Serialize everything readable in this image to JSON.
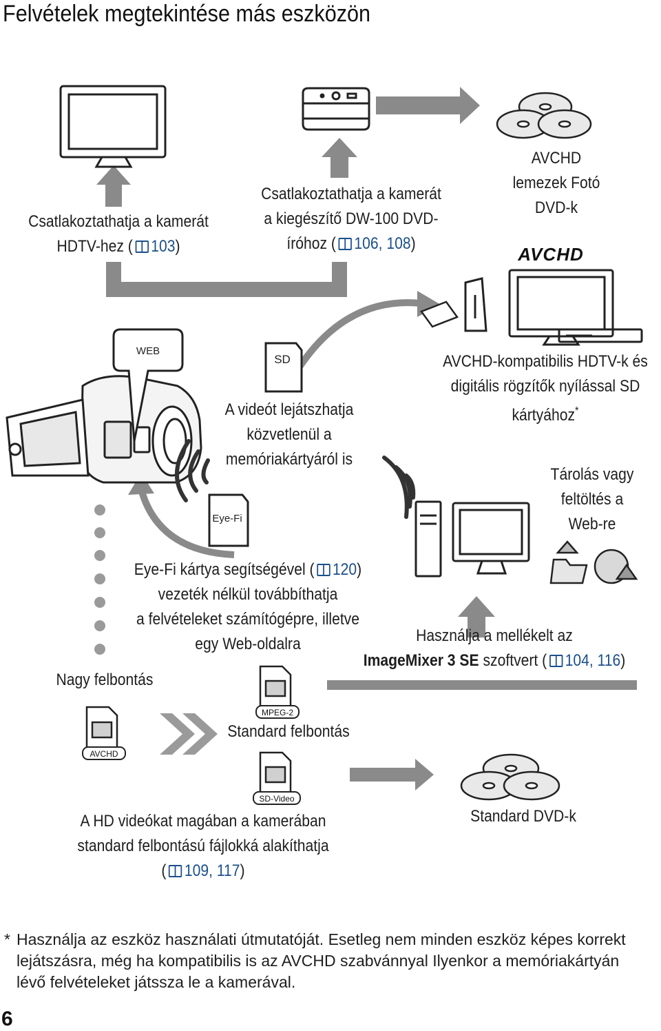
{
  "title": "Felvételek megtekintése más eszközön",
  "hdtv": {
    "line1": "Csatlakoztathatja a kamerát",
    "line2_pre": "HDTV-hez (",
    "ref": "103",
    "line2_post": ")"
  },
  "dvd_writer": {
    "line1": "Csatlakoztathatja a kamerát",
    "line2": "a kiegészítő DW-100 DVD-",
    "line3_pre": "íróhoz (",
    "ref": "106, 108",
    "line3_post": ")"
  },
  "avchd_discs": {
    "line1": "AVCHD",
    "line2": "lemezek Fotó",
    "line3": "DVD-k"
  },
  "avchd_logo": "AVCHD",
  "web_badge": "WEB",
  "sd_card_label": "SD",
  "memory_card": {
    "line1": "A videót lejátszhatja",
    "line2": "közvetlenül a",
    "line3": "memóriakártyáról is"
  },
  "avchd_tv": {
    "line1": "AVCHD-kompatibilis HDTV-k és",
    "line2": "digitális rögzítők nyílással SD",
    "line3": "kártyához",
    "asterisk": "*"
  },
  "web_upload": {
    "line1": "Tárolás vagy",
    "line2": "feltöltés a",
    "line3": "Web-re"
  },
  "eyefi_card_label": "Eye-Fi",
  "eyefi": {
    "line1_pre": "Eye-Fi kártya segítségével (",
    "ref": "120",
    "line1_post": ")",
    "line2": "vezeték nélkül továbbíthatja",
    "line3": "a felvételeket számítógépre, illetve",
    "line4": "egy Web-oldalra"
  },
  "software": {
    "line1": "Használja a mellékelt az",
    "bold": "ImageMixer 3 SE",
    "line2_mid": " szoftvert (",
    "ref": "104, 116",
    "line2_post": ")"
  },
  "high_res": "Nagy felbontás",
  "avchd_file_tag": "AVCHD",
  "mpeg2_file_tag": "MPEG-2",
  "standard_res": "Standard felbontás",
  "sdvideo_file_tag": "SD-Video",
  "standard_dvd": "Standard DVD-k",
  "convert": {
    "line1": "A HD videókat magában a kamerában",
    "line2": "standard felbontású fájlokká alakíthatja",
    "line3_pre": "(",
    "ref": "109, 117",
    "line3_post": ")"
  },
  "footnote": {
    "star": "*",
    "text": "Használja az eszköz használati útmutatóját. Esetleg nem minden eszköz képes korrekt lejátszásra, még ha kompatibilis is az AVCHD szabvánnyal Ilyenkor a memóriakártyán lévő felvételeket játssza le a kamerával."
  },
  "page_number": "6",
  "colors": {
    "arrow": "#8a8a8a",
    "line_art": "#222222",
    "reference": "#1b4f8a"
  }
}
